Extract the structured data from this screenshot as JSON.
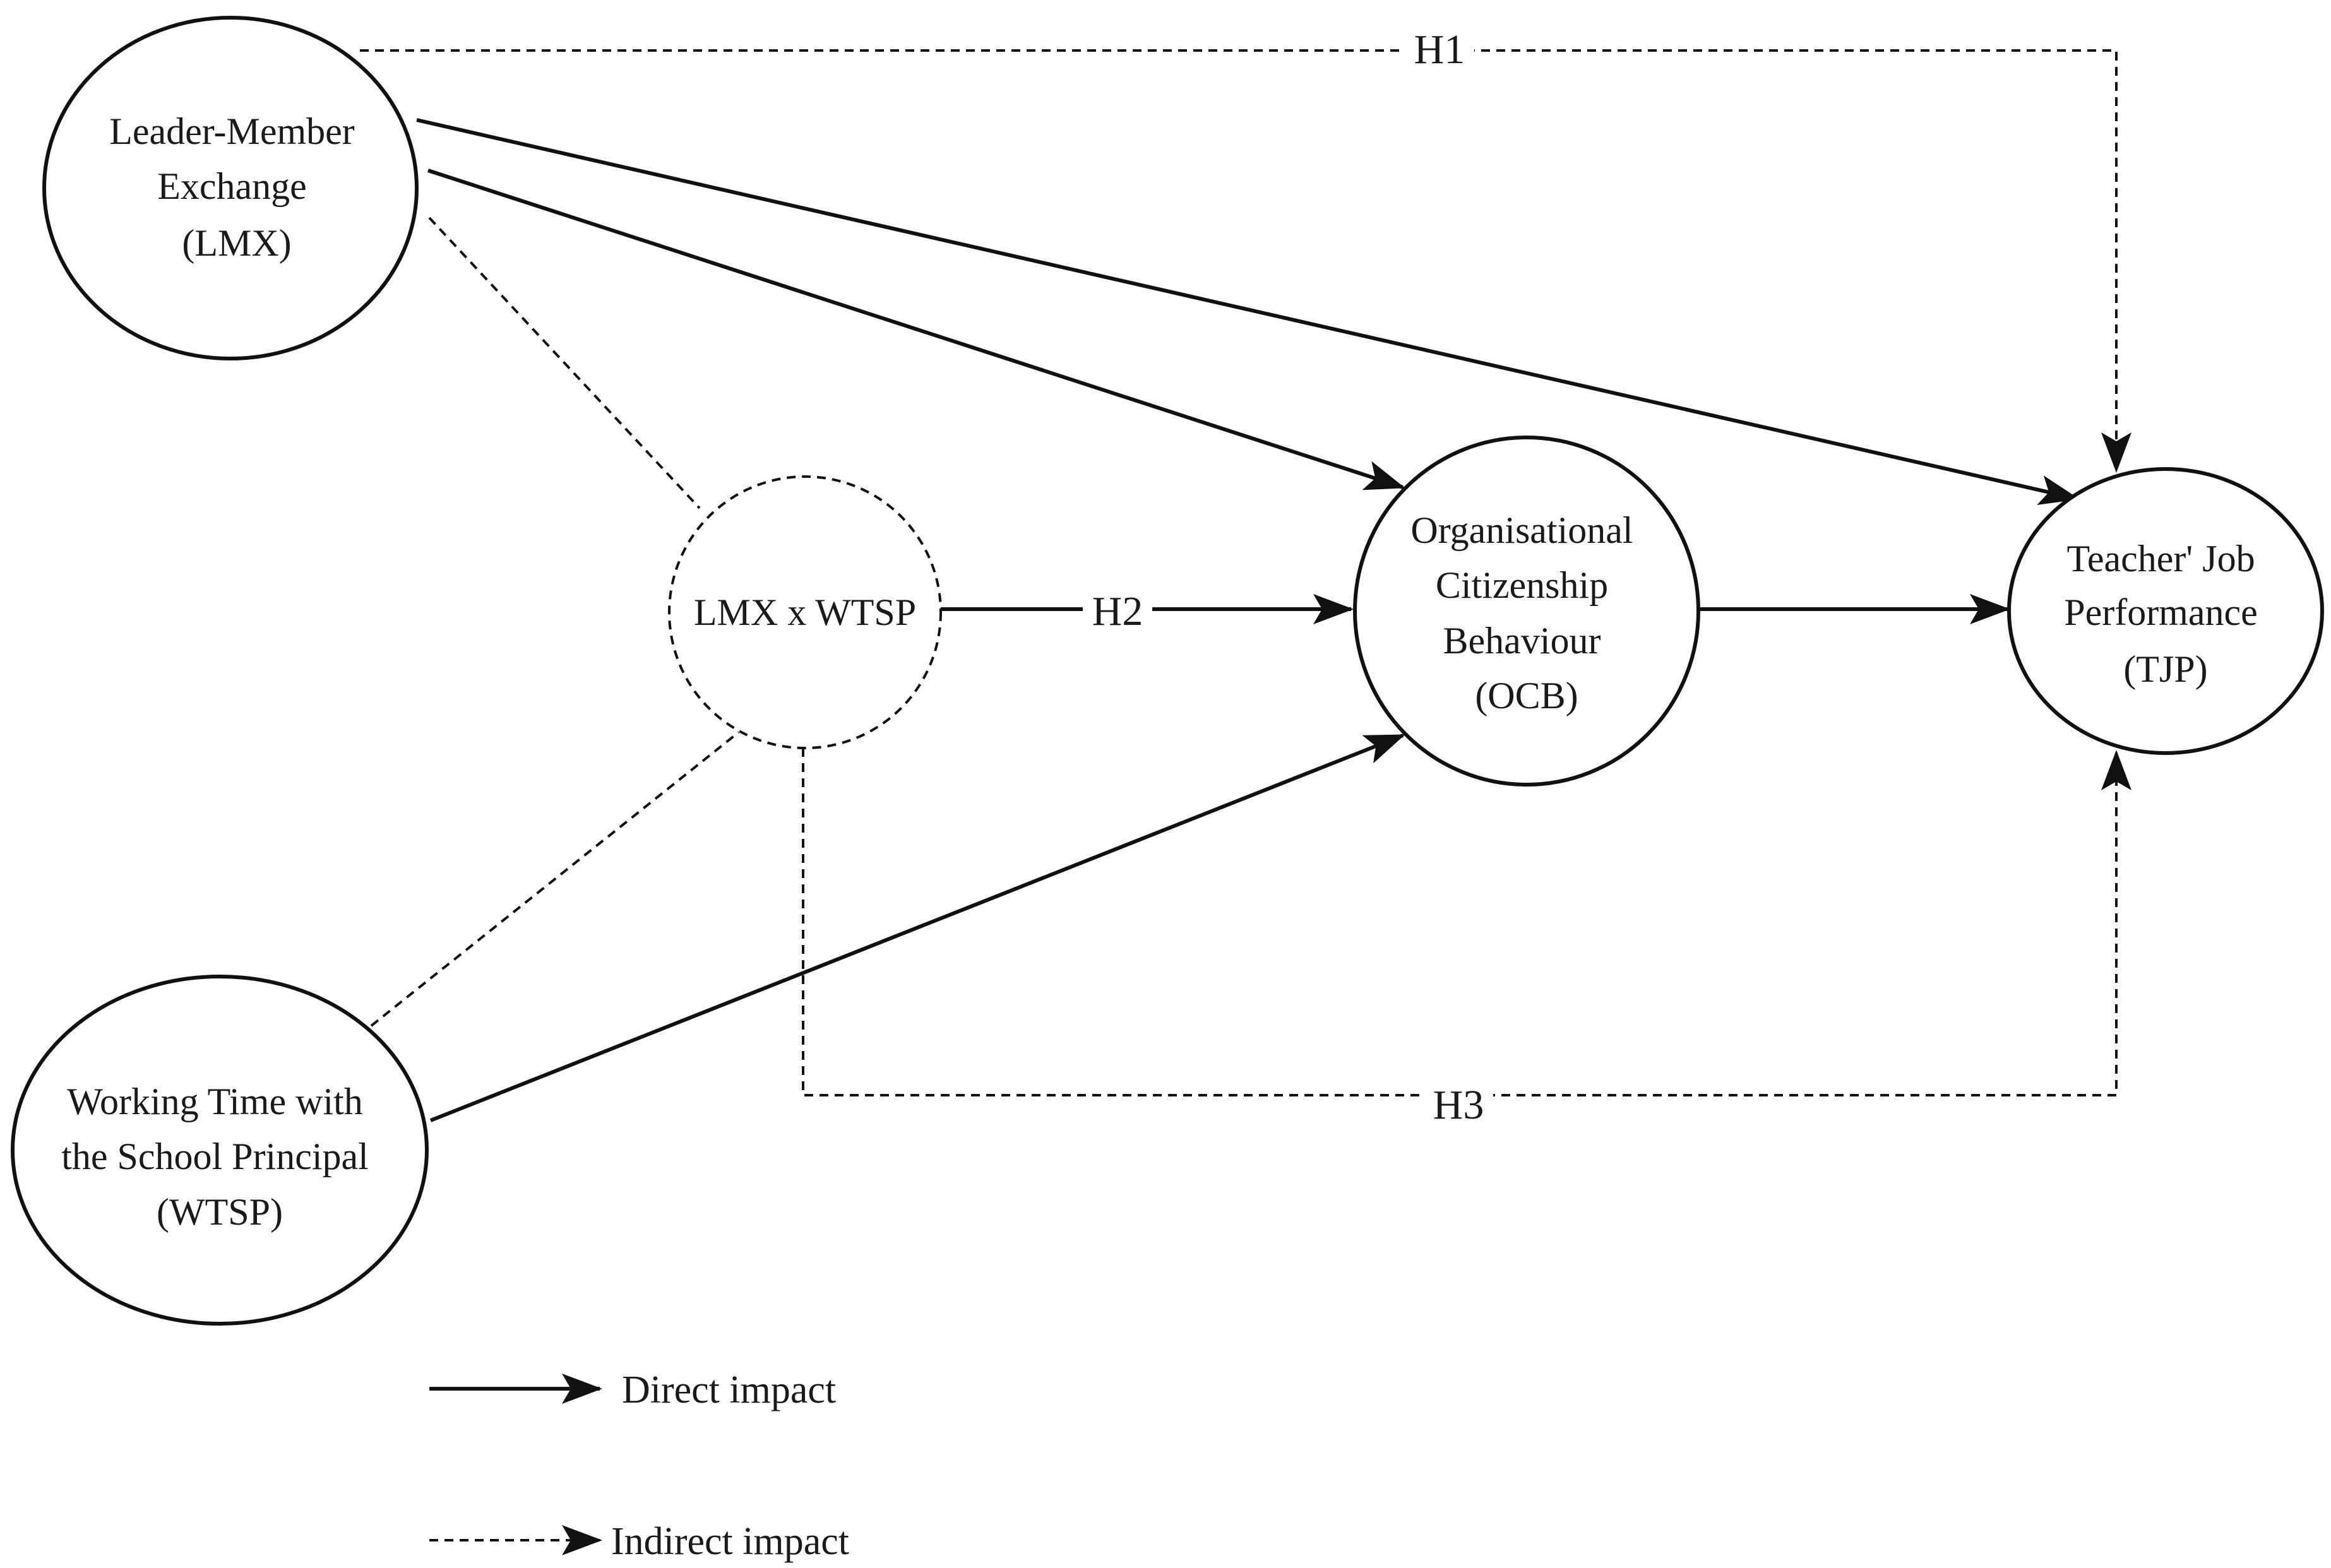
{
  "nodes": {
    "lmx": {
      "lines": [
        "Leader-Member",
        "Exchange",
        "(LMX)"
      ]
    },
    "wtsp": {
      "lines": [
        "Working Time with",
        "the School Principal",
        "(WTSP)"
      ]
    },
    "interaction": {
      "lines": [
        "LMX x WTSP"
      ]
    },
    "ocb": {
      "lines": [
        "Organisational",
        "Citizenship",
        "Behaviour",
        "(OCB)"
      ]
    },
    "tjp": {
      "lines": [
        "Teacher' Job",
        "Performance",
        "(TJP)"
      ]
    }
  },
  "hypotheses": {
    "h1": "H1",
    "h2": "H2",
    "h3": "H3"
  },
  "legend": {
    "direct": "Direct impact",
    "indirect": "Indirect impact"
  }
}
